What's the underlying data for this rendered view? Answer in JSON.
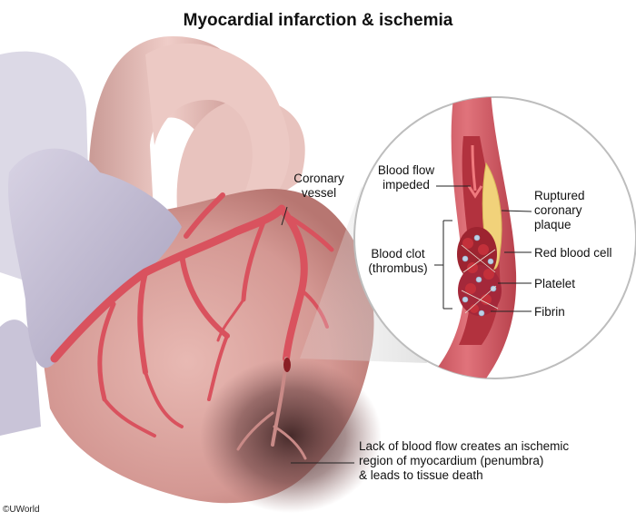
{
  "title": "Myocardial infarction & ischemia",
  "labels": {
    "coronary_vessel": [
      "Coronary",
      "vessel"
    ],
    "blood_flow_impeded": [
      "Blood flow",
      "impeded"
    ],
    "ruptured_plaque": [
      "Ruptured",
      "coronary",
      "plaque"
    ],
    "blood_clot": [
      "Blood clot",
      "(thrombus)"
    ],
    "red_blood_cell": "Red blood cell",
    "platelet": "Platelet",
    "fibrin": "Fibrin",
    "ischemia_note": [
      "Lack of blood flow creates an ischemic",
      "region of myocardium (penumbra)",
      "& leads to tissue death"
    ]
  },
  "copyright": "©UWorld",
  "colors": {
    "heart_muscle": "#d9a39f",
    "aorta": "#e4b8b3",
    "atrium": "#c9c3d8",
    "artery": "#d9525e",
    "ischemic_region": "#5a3b3b",
    "vessel_wall": "#c9505a",
    "plaque": "#f1d27a"
  }
}
